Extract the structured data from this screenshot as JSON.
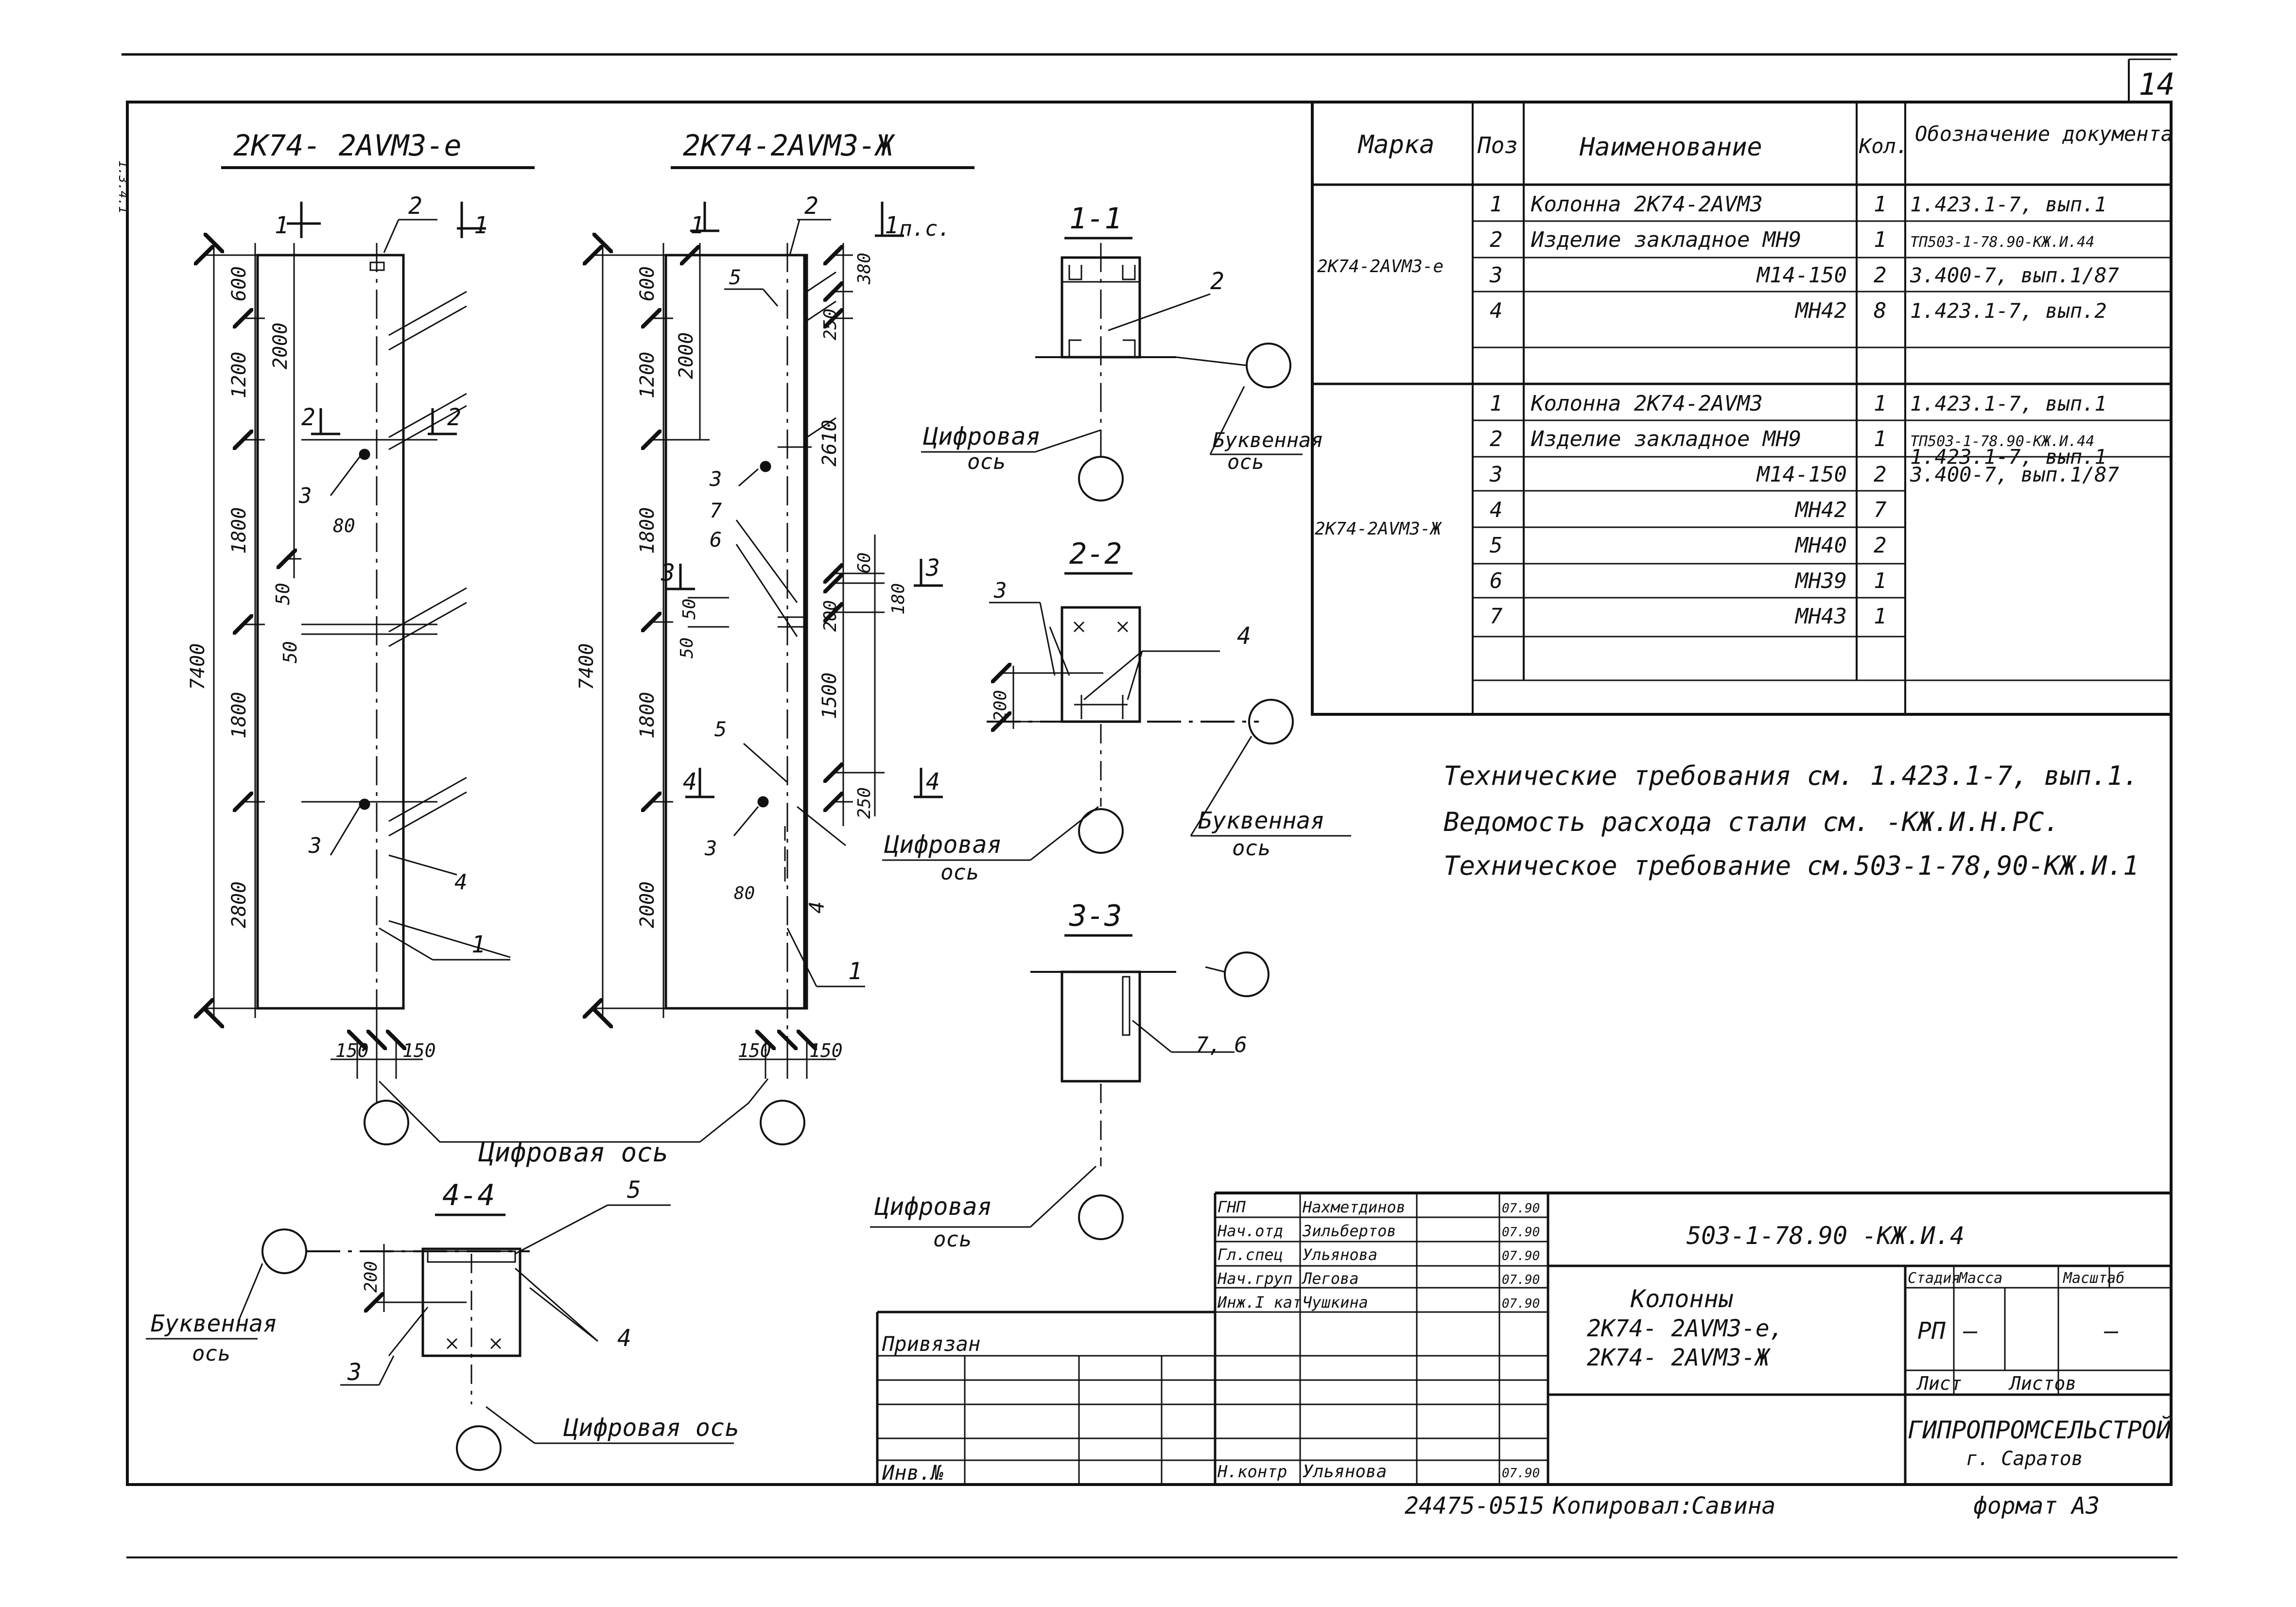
{
  "sheet_number": "14",
  "edge_note": "1.3.4.1",
  "elevation_e": {
    "title": "2К74- 2АVМЗ-е",
    "cut1": "1",
    "cut2": "2",
    "pos2": "2",
    "pos3a": "3",
    "pos3b": "3",
    "pos1": "1",
    "pos4": "4",
    "dim_total": "7400",
    "dim_600": "600",
    "dim_1200": "1200",
    "dim_2000": "2000",
    "dim_1800a": "1800",
    "dim_1800b": "1800",
    "dim_2800": "2800",
    "dim_80": "80",
    "dim_50a": "50",
    "dim_50b": "50",
    "dim_150l": "150",
    "dim_150r": "150"
  },
  "elevation_zh": {
    "title": "2К74-2АVМЗ-Ж",
    "cut1": "1",
    "ps": "п.с.",
    "cut3": "3",
    "cut4": "4",
    "pos2": "2",
    "pos5a": "5",
    "pos3a": "3",
    "pos7": "7",
    "pos6": "6",
    "pos5b": "5",
    "pos3b": "3",
    "pos1": "1",
    "pos4": "4",
    "dim_total": "7400",
    "dim_600": "600",
    "dim_1200": "1200",
    "dim_2000a": "2000",
    "dim_1800a": "1800",
    "dim_1800b": "1800",
    "dim_2000b": "2000",
    "dim_380": "380",
    "dim_250a": "250",
    "dim_2610": "2610",
    "dim_60": "60",
    "dim_180": "180",
    "dim_200": "200",
    "dim_1500": "1500",
    "dim_250b": "250",
    "dim_50a": "50",
    "dim_50b": "50",
    "dim_80": "80",
    "dim_150l": "150",
    "dim_150r": "150"
  },
  "sections": {
    "s11_title": "1-1",
    "s11_pos": "2",
    "s22_title": "2-2",
    "s22_pos3": "3",
    "s22_pos4": "4",
    "s22_dim": "200",
    "s33_title": "3-3",
    "s33_pos": "7, 6",
    "s44_title": "4-4",
    "s44_pos5": "5",
    "s44_pos3": "3",
    "s44_pos4": "4",
    "s44_dim": "200"
  },
  "axis_labels": {
    "digital": "Цифровая",
    "letter": "Буквенная",
    "axis": "ось",
    "digital_axis": "Цифровая ось"
  },
  "spec_table": {
    "headers": [
      "Марка",
      "Поз",
      "Наименование",
      "Кол.",
      "Обозначение документа"
    ],
    "group_e": "2К74-2АVМЗ-е",
    "group_zh": "2К74-2АVМЗ-Ж",
    "rows_e": [
      {
        "pos": "1",
        "name": "Колонна 2К74-2АVМЗ",
        "qty": "1",
        "doc": "1.423.1-7, вып.1"
      },
      {
        "pos": "2",
        "name": "Изделие закладное МН9",
        "qty": "1",
        "doc": "ТП503-1-78.90-КЖ.И.44"
      },
      {
        "pos": "3",
        "name": "М14-150",
        "qty": "2",
        "doc": "3.400-7, вып.1/87"
      },
      {
        "pos": "4",
        "name": "МН42",
        "qty": "8",
        "doc": "1.423.1-7, вып.2"
      }
    ],
    "rows_zh": [
      {
        "pos": "1",
        "name": "Колонна 2К74-2АVМЗ",
        "qty": "1",
        "doc": "1.423.1-7, вып.1"
      },
      {
        "pos": "2",
        "name": "Изделие закладное МН9",
        "qty": "1",
        "doc": "ТП503-1-78.90-КЖ.И.44"
      },
      {
        "pos": "3",
        "name": "М14-150",
        "qty": "2",
        "doc": "3.400-7, вып.1/87"
      },
      {
        "pos": "4",
        "name": "МН42",
        "qty": "7",
        "doc": ""
      },
      {
        "pos": "5",
        "name": "МН40",
        "qty": "2",
        "doc": "1.423.1-7, вып.1"
      },
      {
        "pos": "6",
        "name": "МН39",
        "qty": "1",
        "doc": ""
      },
      {
        "pos": "7",
        "name": "МН43",
        "qty": "1",
        "doc": ""
      }
    ]
  },
  "notes": [
    "Технические требования см. 1.423.1-7, вып.1.",
    "Ведомость расхода стали см.      -КЖ.И.Н.РС.",
    "Техническое требование см.503-1-78,90-КЖ.И.1"
  ],
  "title_block": {
    "signers": [
      {
        "role": "ГНП",
        "name": "Нахметдинов",
        "date": "07.90"
      },
      {
        "role": "Нач.отд",
        "name": "Зильбертов",
        "date": "07.90"
      },
      {
        "role": "Гл.спец",
        "name": "Ульянова",
        "date": "07.90"
      },
      {
        "role": "Нач.груп",
        "name": "Легова",
        "date": "07.90"
      },
      {
        "role": "Инж.I кат",
        "name": "Чушкина",
        "date": "07.90"
      }
    ],
    "norm_control": {
      "role": "Н.контр",
      "name": "Ульянова",
      "date": "07.90"
    },
    "doc_code": "503-1-78.90 -КЖ.И.4",
    "drawing_title": [
      "Колонны",
      "2К74- 2АVМЗ-е,",
      "2К74- 2АVМЗ-Ж"
    ],
    "stage_label": "Стадия",
    "mass_label": "Масса",
    "scale_label": "Масштаб",
    "stage": "РП",
    "mass": "—",
    "scale": "—",
    "sheet_label": "Лист",
    "sheets_label": "Листов",
    "organization": "ГИПРОПРОМСЕЛЬСТРОЙ",
    "city": "г. Саратов",
    "privyazan": "Привязан",
    "inv": "Инв.№"
  },
  "footer": {
    "code": "24475-05",
    "page": "15",
    "copied_label": "Копировал:",
    "copied_name": "Савина",
    "format": "формат А3"
  }
}
